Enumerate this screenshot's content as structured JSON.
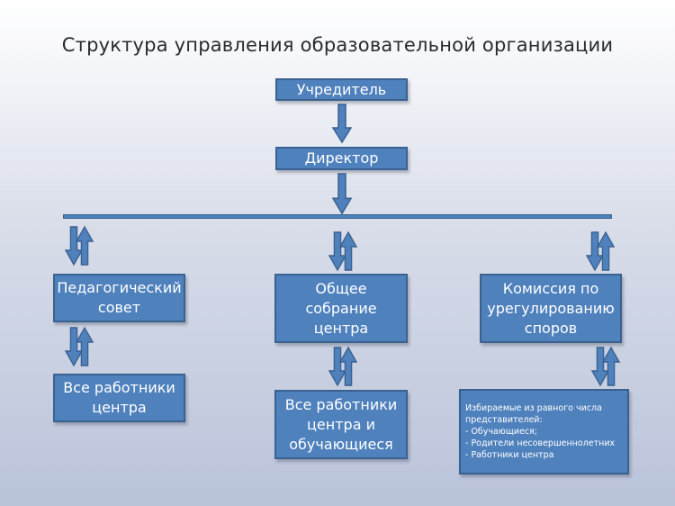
{
  "title": "Структура управления образовательной организации",
  "nodes": {
    "founder": "Учредитель",
    "director": "Директор",
    "ped_council": "Педагогический\nсовет",
    "general_meeting": "Общее\nсобрание\nцентра",
    "commission": "Комиссия по\nурегулированию\nспоров",
    "all_staff": "Все работники\nцентра",
    "staff_students": "Все работники\nцентра и\nобучающиеся",
    "commission_members": "Избираемые из равного числа\nпредставителей:\n- Обучающиеся;\n- Родители несовершеннолетних\n- Работники центра"
  },
  "colors": {
    "box_fill": "#4f81bd",
    "box_border": "#3a618f",
    "text": "#ffffff"
  }
}
